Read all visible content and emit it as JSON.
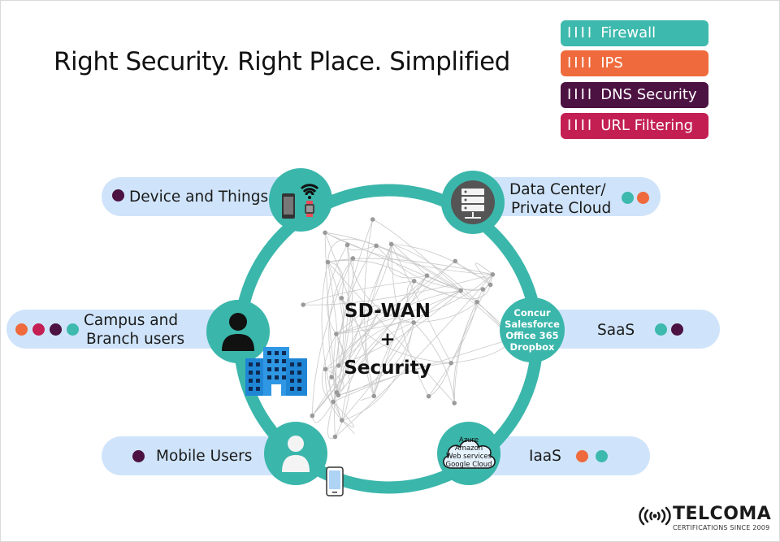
{
  "title": "Right Security. Right Place. Simplified",
  "legend": [
    {
      "bars": "IIII",
      "label": "Firewall",
      "color": "#3db9ad"
    },
    {
      "bars": "IIII",
      "label": "IPS",
      "color": "#ef6a3c"
    },
    {
      "bars": "IIII",
      "label": "DNS Security",
      "color": "#4c1241"
    },
    {
      "bars": "IIII",
      "label": "URL Filtering",
      "color": "#c31f52"
    }
  ],
  "center": {
    "line1": "SD-WAN",
    "line2": "+",
    "line3": "Security"
  },
  "endpoints": {
    "device": {
      "label": "Device and Things",
      "dots": [
        "#4c1241"
      ]
    },
    "datacenter": {
      "line1": "Data Center/",
      "line2": "Private Cloud",
      "dots": [
        "#3db9ad",
        "#ef6a3c"
      ]
    },
    "campus": {
      "line1": "Campus and",
      "line2": "Branch users",
      "dots": [
        "#ef6a3c",
        "#c31f52",
        "#4c1241",
        "#3db9ad"
      ]
    },
    "saas": {
      "label": "SaaS",
      "apps": [
        "Concur",
        "Salesforce",
        "Office 365",
        "Dropbox"
      ],
      "dots": [
        "#3db9ad",
        "#4c1241"
      ]
    },
    "mobile": {
      "label": "Mobile Users",
      "dots": [
        "#4c1241"
      ]
    },
    "iaas": {
      "label": "IaaS",
      "clouds": [
        "Azure",
        "Amazon",
        "Web services",
        "Google Cloud"
      ],
      "dots": [
        "#ef6a3c",
        "#3db9ad"
      ]
    }
  },
  "logo": {
    "name": "TELCOMA",
    "tagline": "CERTIFICATIONS SINCE 2009"
  }
}
